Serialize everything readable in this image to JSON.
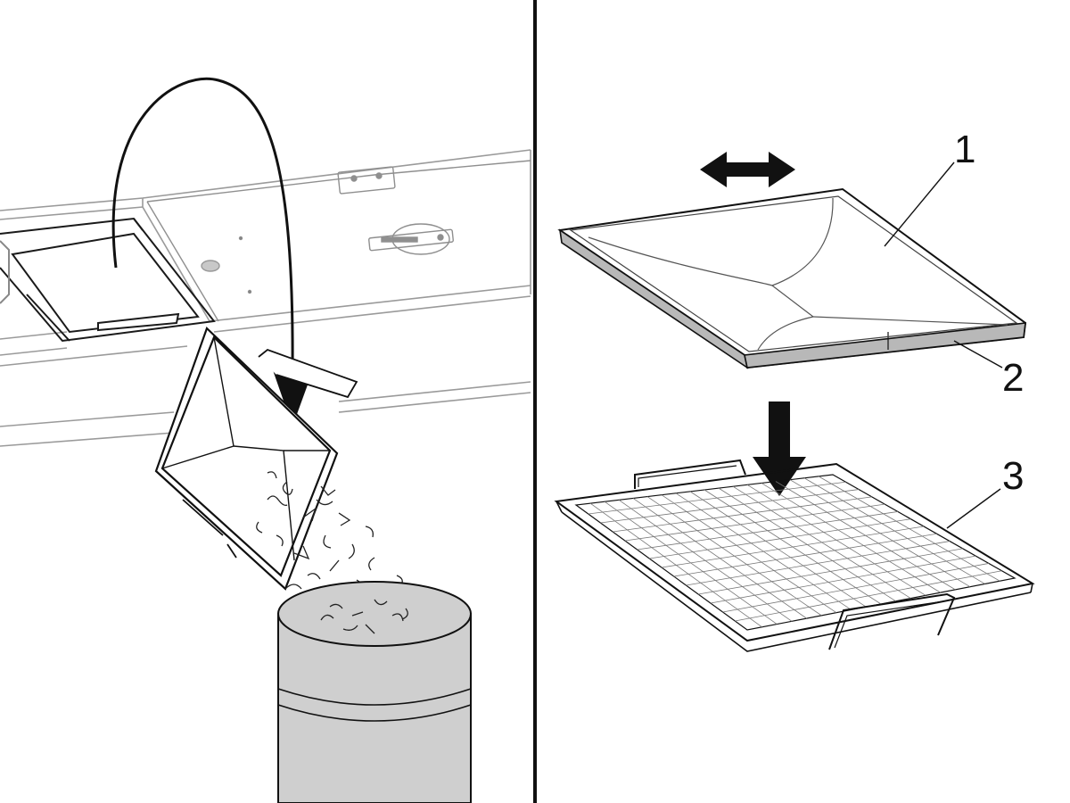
{
  "callouts": {
    "c1": "1",
    "c2": "2",
    "c3": "3"
  },
  "colors": {
    "line": "#1a1a1a",
    "light_line": "#9a9a9a",
    "bin_fill": "#cfcfcf",
    "band_fill": "#bdbdbd",
    "tray_rim": "#b8b8b8",
    "background": "#ffffff"
  },
  "icons": {
    "transfer_arrow": "curved-arrow-icon",
    "slide_arrow": "double-headed-arrow-icon",
    "down_arrow": "down-arrow-icon"
  }
}
